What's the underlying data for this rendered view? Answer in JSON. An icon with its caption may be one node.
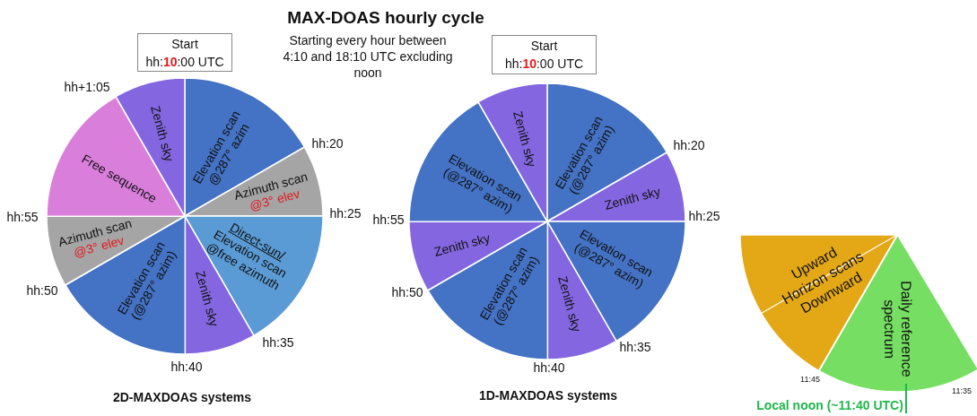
{
  "diagram": {
    "title": "MAX-DOAS hourly cycle",
    "nodes": [
      {
        "text": [
          "Start",
          "hh:**10**:00 UTC"
        ]
      },
      {
        "text": [
          "Elevation scan @287° azim"
        ]
      },
      {
        "text": [
          "Azimuth scan",
          "@3° elev"
        ]
      },
      {
        "text": [
          "Direct-sun/",
          "Elevation scan @free azimuth"
        ]
      },
      {
        "text": [
          "Zenith sky"
        ]
      },
      {
        "text": [
          "Elevation scan (@287° azim)"
        ]
      },
      {
        "text": [
          "Azimuth scan",
          "@3° elev"
        ]
      },
      {
        "text": [
          "Free sequence"
        ]
      },
      {
        "text": [
          "Zenith sky"
        ]
      },
      {
        "text": [
          "Start",
          "hh:**10**:00 UTC"
        ]
      },
      {
        "text": [
          "Elevation scan (@287° azim)"
        ]
      },
      {
        "text": [
          "Zenith sky"
        ]
      },
      {
        "text": [
          "Elevation scan (@287° azim)"
        ]
      },
      {
        "text": [
          "Zenith sky"
        ]
      },
      {
        "text": [
          "Elevation scan (@287° azim)"
        ]
      },
      {
        "text": [
          "Zenith sky"
        ]
      },
      {
        "text": [
          "Elevation scan (@287° azim)"
        ]
      },
      {
        "text": [
          "Zenith sky"
        ]
      },
      {
        "text": [
          "Upward",
          "Horizon scans",
          "Downward"
        ]
      },
      {
        "text": [
          "Daily reference spectrum"
        ]
      }
    ],
    "labels": [
      "Starting every hour between 4:10 and 18:10 UTC excluding noon",
      "hh+1:05",
      "hh:20",
      "hh:55",
      "hh:25",
      "hh:50",
      "hh:35",
      "hh:40",
      "2D-MAXDOAS systems",
      "hh:20",
      "hh:55",
      "hh:25",
      "hh:50",
      "hh:35",
      "hh:40",
      "1D-MAXDOAS systems",
      "11:45",
      "11:35",
      "Local noon (~11:40 UTC)"
    ]
  }
}
